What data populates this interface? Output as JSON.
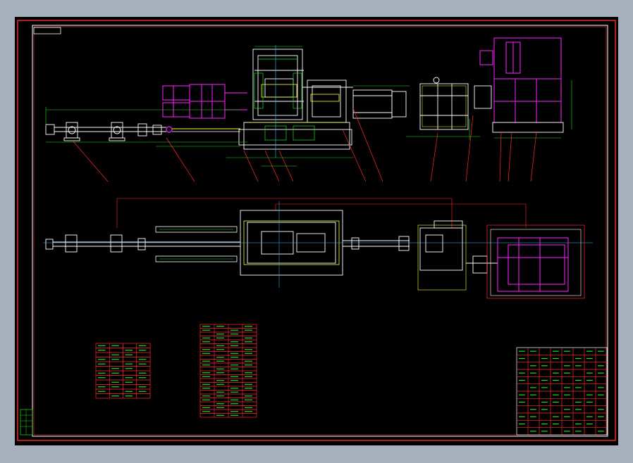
{
  "viewer": {
    "background": "#a7b0bd",
    "sheet_background": "#000000"
  },
  "colors": {
    "border": "#ff2a2a",
    "frame_white": "#ffffff",
    "dimension": "#1fe01f",
    "geometry": "#ffffff",
    "highlight": "#ffff33",
    "motor": "#ff22ff",
    "center_line": "#27c9ff"
  },
  "drawing": {
    "title_block_text": "",
    "tables": {
      "left_table": {
        "rows": 12,
        "cols": 4
      },
      "middle_table": {
        "rows": 24,
        "cols": 4
      },
      "right_title_block": {
        "rows": 12,
        "cols": 8
      }
    },
    "leader_count": 12
  }
}
